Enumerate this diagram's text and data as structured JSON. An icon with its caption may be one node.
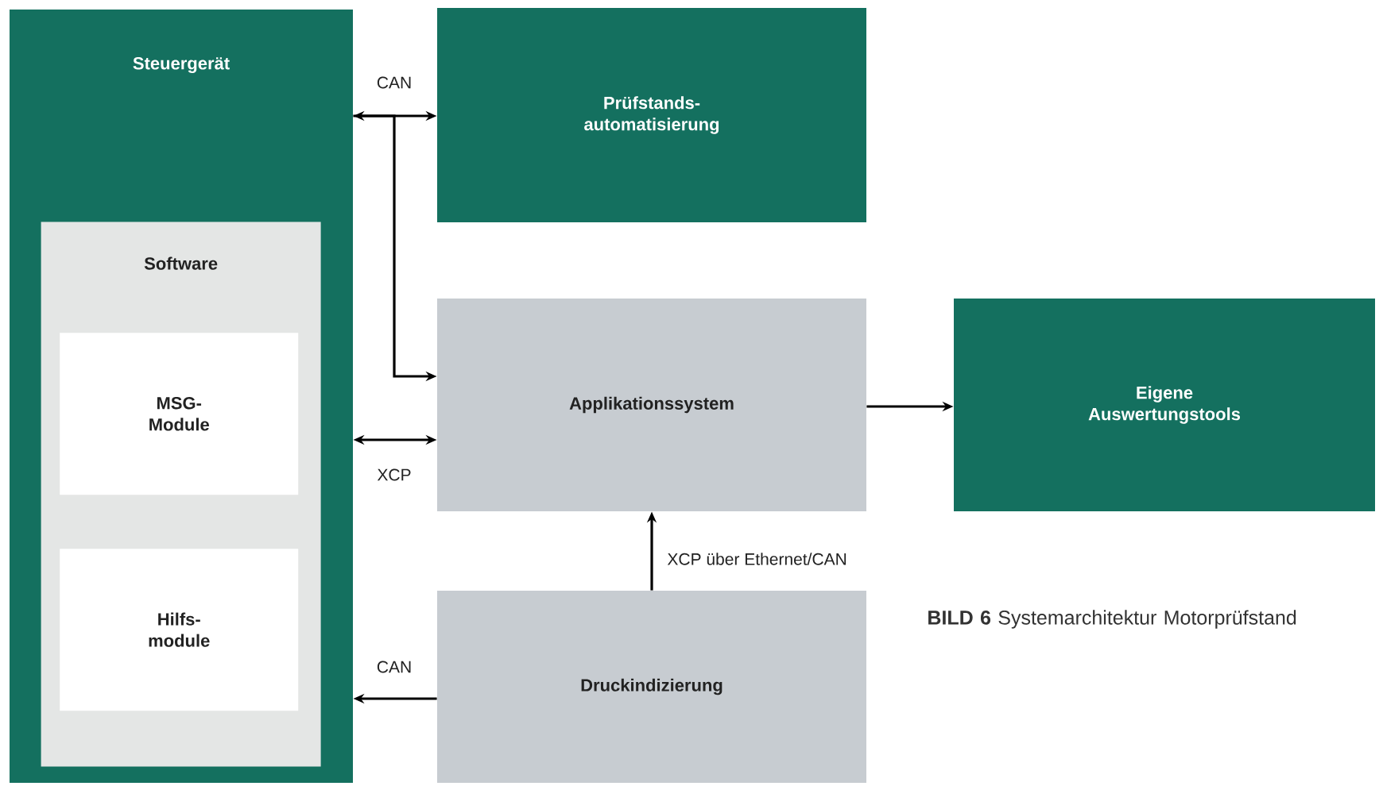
{
  "diagram": {
    "caption": "**BILD 6** Systemarchitektur Motorprüfstand",
    "nodes": [
      {
        "text": [
          "Steuergerät"
        ]
      },
      {
        "text": [
          "Software"
        ],
        "in": 0
      },
      {
        "text": [
          "MSG-Module"
        ],
        "in": 1
      },
      {
        "text": [
          "Hilfs-module"
        ],
        "in": 1
      },
      {
        "text": [
          "Prüfstands-automatisierung"
        ]
      },
      {
        "text": [
          "Applikationssystem"
        ]
      },
      {
        "text": [
          "Eigene Auswertungstools"
        ]
      },
      {
        "text": [
          "Druckindizierung"
        ]
      }
    ],
    "edges": [
      {
        "from": 0,
        "to": 4,
        "arrow": "both",
        "label": "CAN"
      },
      {
        "from": 0,
        "to": 5,
        "arrow": "to"
      },
      {
        "from": 0,
        "to": 5,
        "arrow": "both",
        "label": "XCP"
      },
      {
        "from": 5,
        "to": 6,
        "arrow": "to"
      },
      {
        "from": 7,
        "to": 5,
        "arrow": "to",
        "label": "XCP über Ethernet/CAN"
      },
      {
        "from": 7,
        "to": 0,
        "arrow": "to",
        "label": "CAN"
      }
    ]
  }
}
